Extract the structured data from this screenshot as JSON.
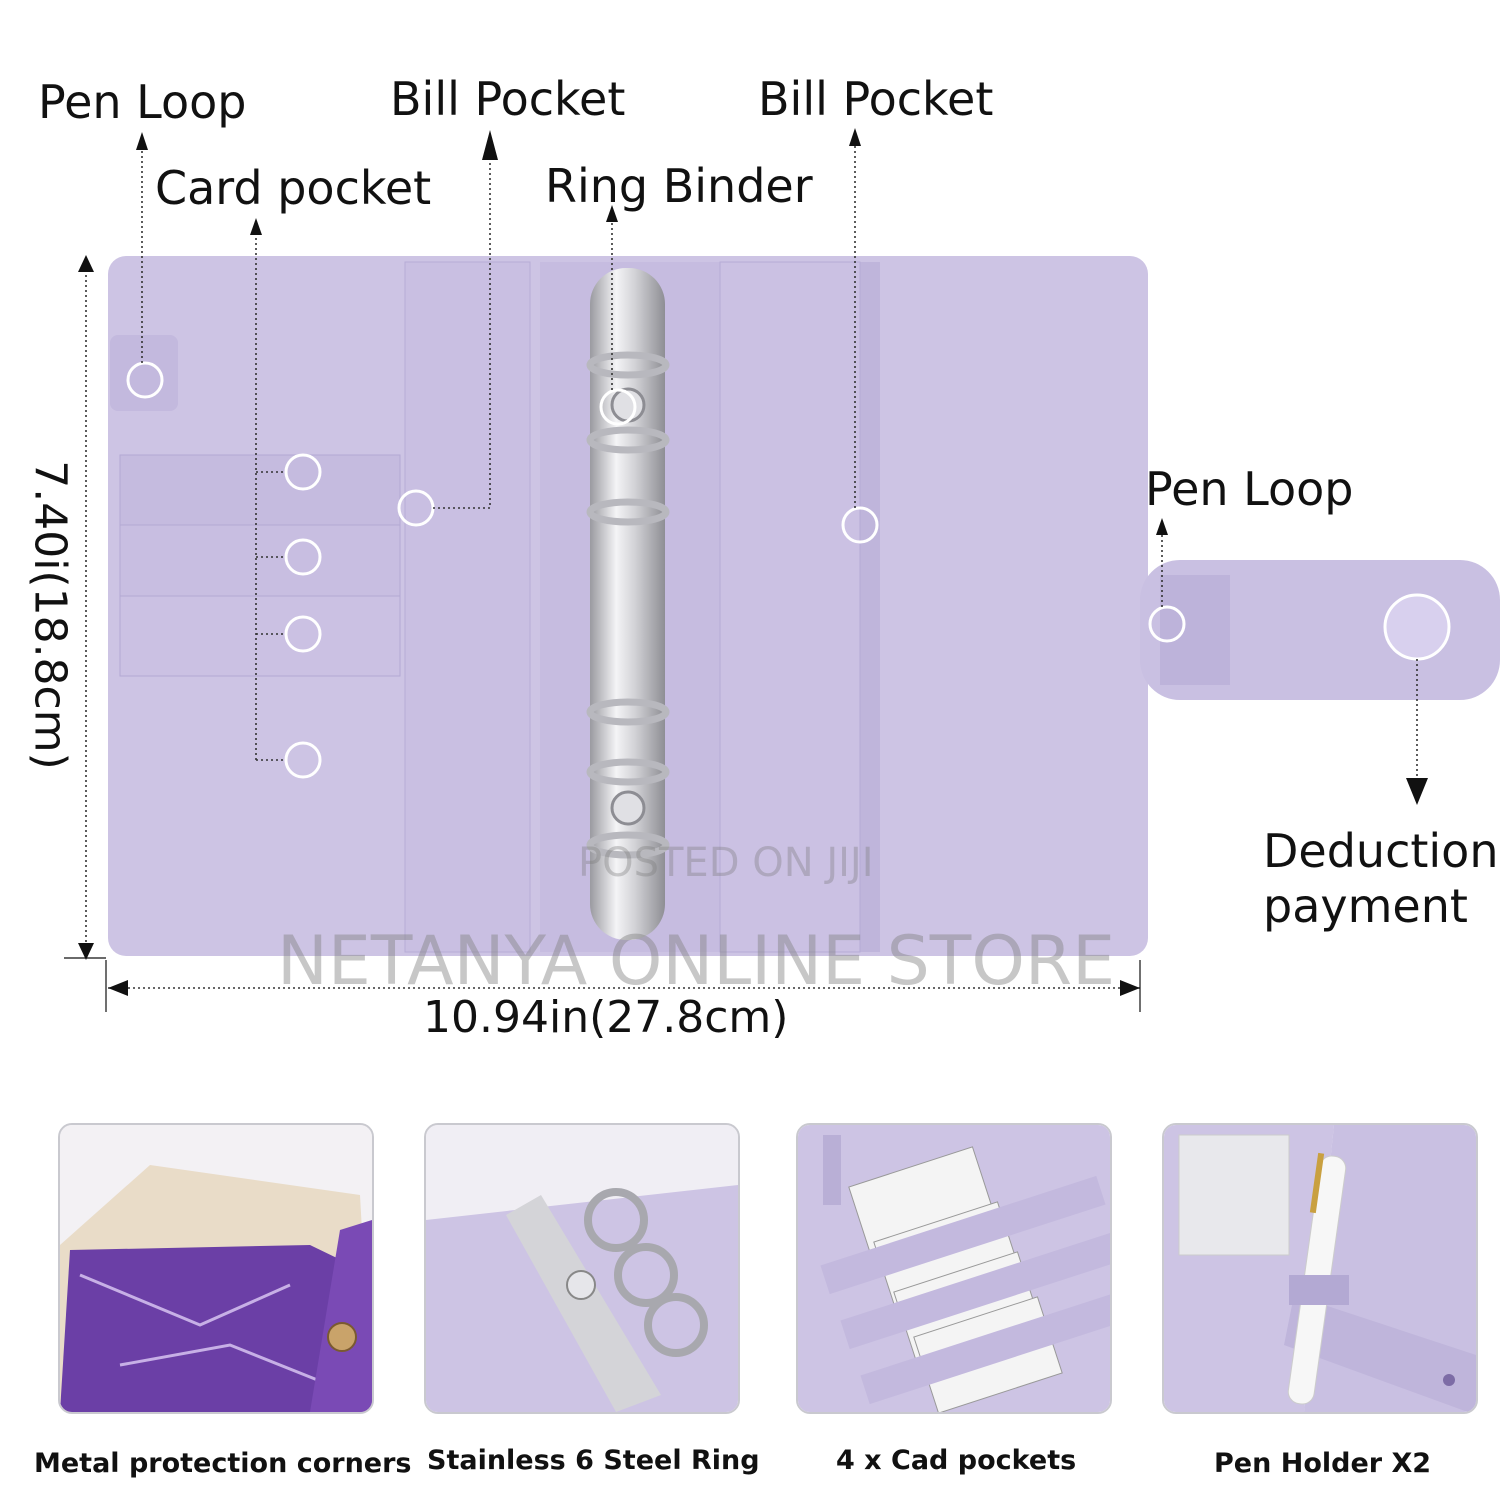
{
  "labels": {
    "pen_loop_top": "Pen Loop",
    "card_pocket": "Card pocket",
    "bill_pocket_left": "Bill Pocket",
    "ring_binder": "Ring Binder",
    "bill_pocket_right": "Bill Pocket",
    "pen_loop_right": "Pen Loop",
    "deduction_line1": "Deduction",
    "deduction_line2": "payment"
  },
  "dimensions": {
    "height": "7.40i(18.8cm)",
    "width": "10.94in(27.8cm)"
  },
  "watermarks": {
    "posted": "POSTED ON JIJI",
    "store": "NETANYA ONLINE STORE"
  },
  "features": [
    {
      "caption": "Metal protection corners"
    },
    {
      "caption": "Stainless 6 Steel Ring"
    },
    {
      "caption": "4 x Cad pockets"
    },
    {
      "caption": "Pen Holder X2"
    }
  ],
  "colors": {
    "binder": "#cdc4e4",
    "binder_shadow": "#b9afd6",
    "metal": "#c8c8cc",
    "marble": "#6b3fa6"
  }
}
